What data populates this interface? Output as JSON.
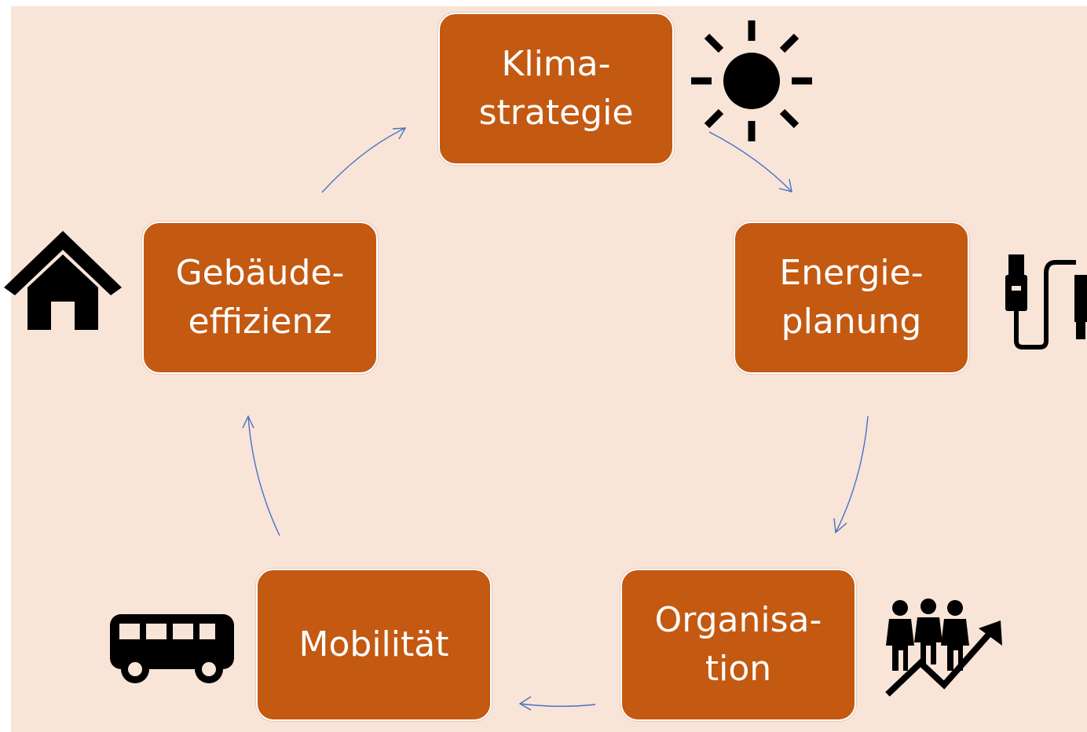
{
  "colors": {
    "background": "#f9e4d8",
    "node_fill": "#c45911",
    "node_text": "#ffffff",
    "arrow": "#4472c4",
    "icon": "#000000"
  },
  "nodes": [
    {
      "id": "klimastrategie",
      "lines": [
        "Klima-",
        "strategie"
      ],
      "icon": "sun-icon"
    },
    {
      "id": "energieplanung",
      "lines": [
        "Energie-",
        "planung"
      ],
      "icon": "plug-cable-icon"
    },
    {
      "id": "organisation",
      "lines": [
        "Organisa-",
        "tion"
      ],
      "icon": "people-growth-icon"
    },
    {
      "id": "mobilitaet",
      "lines": [
        "Mobilität"
      ],
      "icon": "bus-icon"
    },
    {
      "id": "gebaeudeeffizienz",
      "lines": [
        "Gebäude-",
        "effizienz"
      ],
      "icon": "house-icon"
    }
  ],
  "cycle": [
    "klimastrategie",
    "energieplanung",
    "organisation",
    "mobilitaet",
    "gebaeudeeffizienz",
    "klimastrategie"
  ]
}
